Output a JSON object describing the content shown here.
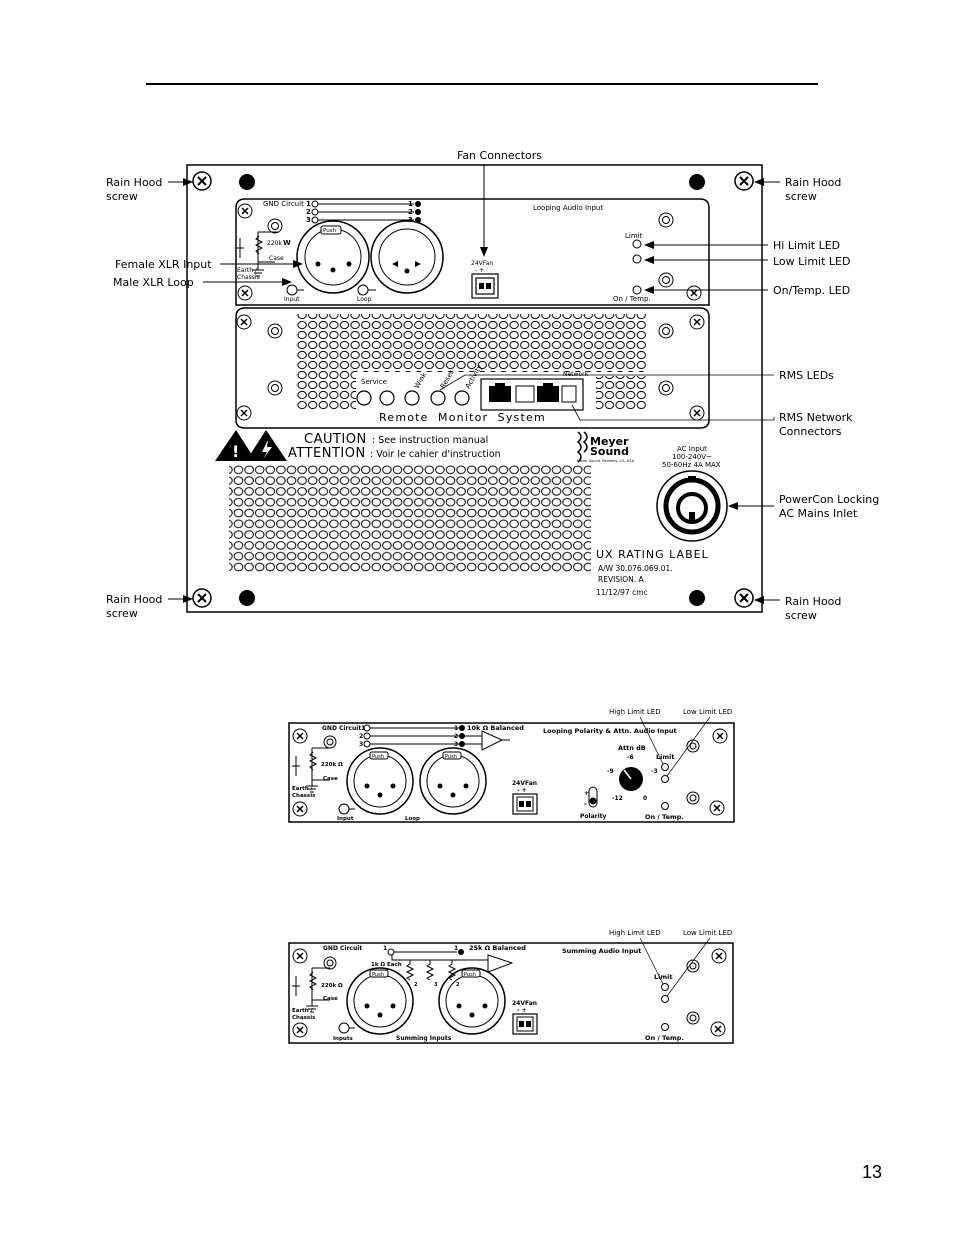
{
  "page_number": "13",
  "fig1": {
    "fan_connectors": "Fan Connectors",
    "rain_hood": "Rain Hood",
    "screw": "screw",
    "female_xlr_input": "Female XLR Input",
    "male_xlr_loop": "Male XLR Loop",
    "hi_limit_led": "Hi Limit LED",
    "low_limit_led": "Low Limit LED",
    "on_temp_led": "On/Temp. LED",
    "rms_leds": "RMS LEDs",
    "rms_network_1": "RMS Network",
    "rms_network_2": "Connectors",
    "powercon_1": "PowerCon Locking",
    "powercon_2": "AC Mains Inlet",
    "gnd_circuit": "GND Circuit",
    "push": "Push",
    "res_220k": "220k",
    "res_w": "W",
    "case": "Case",
    "earth": "Earth /",
    "chassis": "Chassis",
    "input": "Input",
    "loop": "Loop",
    "looping_audio_input": "Looping Audio Input",
    "fan_24v": "24VFan",
    "fan_pm": "-   +",
    "limit": "Limit",
    "on_temp": "On / Temp.",
    "service": "Service",
    "wink": "Wink",
    "reset": "Reset",
    "activity": "Activity",
    "network": "Network",
    "remote_monitor_system": "Remote  Monitor  System",
    "caution_word": "CAUTION",
    "caution_text": ": See instruction manual",
    "attention_word": "ATTENTION",
    "attention_text": ": Voir le cahier d'instruction",
    "meyer_1": "Meyer",
    "meyer_2": "Sound",
    "meyer_3": "Meyer Sound, Berkeley, CA, USA",
    "ac_input": "AC Input",
    "ac_volts": "100-240V~",
    "ac_hz": "50-60Hz  4A MAX",
    "ux_rating": "UX RATING LABEL",
    "aw": "A/W 30.076.069.01.",
    "revision": "REVISION.  A",
    "date": "11/12/97  cmc",
    "num_1": "1",
    "num_2": "2",
    "num_3": "3"
  },
  "fig2": {
    "high_limit_led": "High Limit LED",
    "low_limit_led": "Low Limit LED",
    "gnd_circuit": "GND Circuit",
    "balanced": "10k Ω Balanced",
    "title": "Looping Polarity & Attn. Audio Input",
    "res": "220k Ω",
    "case": "Case",
    "earth": "Earth /",
    "chassis": "Chassis",
    "push": "Push",
    "input": "Input",
    "loop": "Loop",
    "fan_24v": "24VFan",
    "fan_pm": "-   +",
    "attn": "Attn dB",
    "k_m6": "-6",
    "k_m9": "-9",
    "k_m3": "-3",
    "k_m12": "-12",
    "k_0": "0",
    "polarity": "Polarity",
    "plus": "+",
    "minus": "-",
    "limit": "Limit",
    "on_temp": "On / Temp.",
    "num_1": "1",
    "num_2": "2",
    "num_3": "3"
  },
  "fig3": {
    "high_limit_led": "High Limit LED",
    "low_limit_led": "Low Limit LED",
    "gnd_circuit": "GND Circuit",
    "balanced": "25k Ω Balanced",
    "title": "Summing Audio Input",
    "res": "220k Ω",
    "case": "Case",
    "earth": "Earth /",
    "chassis": "Chassis",
    "each": "1k Ω Each",
    "push": "Push",
    "inputs": "Inputs",
    "summing_inputs": "Summing Inputs",
    "fan_24v": "24VFan",
    "fan_pm": "-   +",
    "limit": "Limit",
    "on_temp": "On / Temp.",
    "num_1": "1",
    "num_2": "2",
    "num_3": "3"
  }
}
